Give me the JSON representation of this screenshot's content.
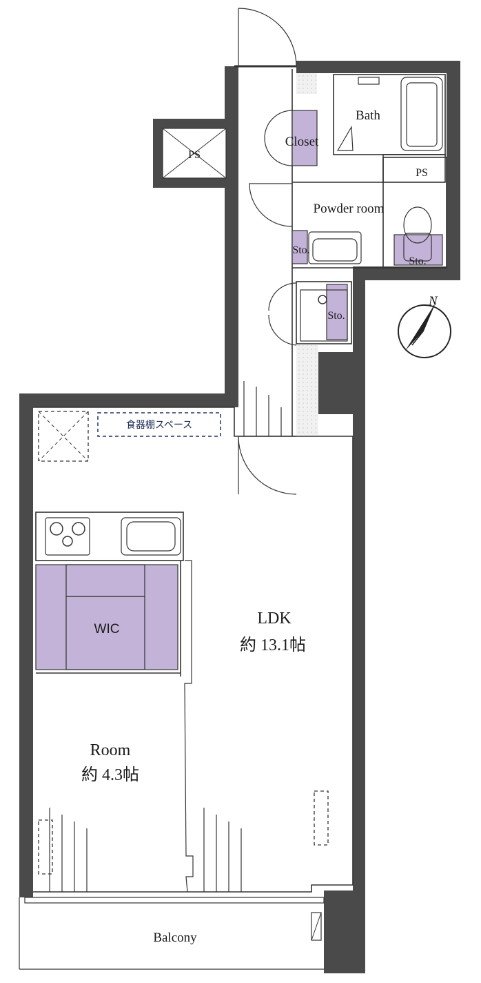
{
  "plan": {
    "rooms": {
      "ldk_name": "LDK",
      "ldk_size": "約 13.1帖",
      "room_name": "Room",
      "room_size": "約 4.3帖",
      "wic": "WIC",
      "bath": "Bath",
      "powder_room": "Powder room",
      "closet": "Closet",
      "balcony": "Balcony"
    },
    "storage_labels": [
      "Sto.",
      "Sto.",
      "Sto."
    ],
    "ps_labels": [
      "PS",
      "PS"
    ],
    "cupboard_space": "食器棚スペース",
    "compass_label": "N"
  },
  "colors": {
    "wall": "#4a4a4a",
    "storage": "#c4b3d8",
    "line": "#333333",
    "cupboard_text": "#1c2a55"
  }
}
